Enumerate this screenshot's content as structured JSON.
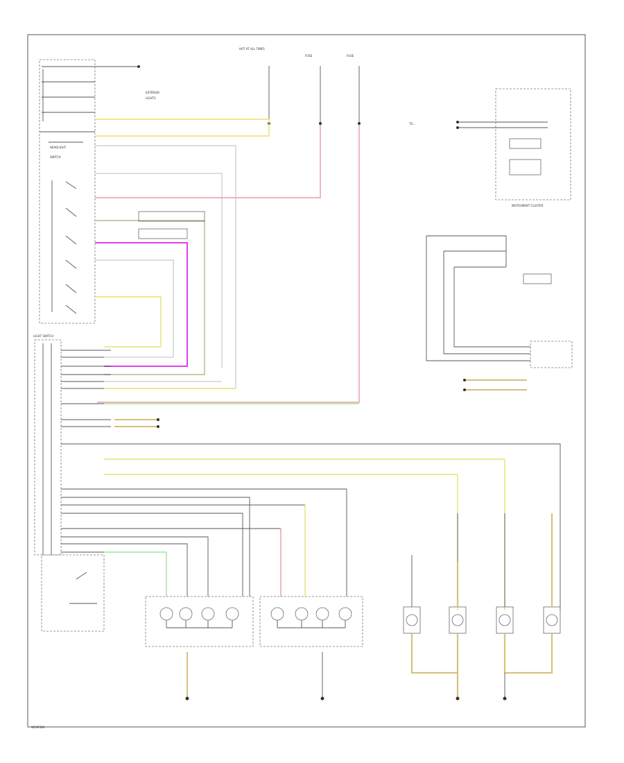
{
  "diagram": {
    "labels": {
      "fuse_a": "FUSE",
      "fuse_b": "FUSE",
      "instrument_cluster": "INSTRUMENT CLUSTER",
      "light_switch": "LIGHT SWITCH",
      "footer_code": "W54P30A"
    }
  },
  "colors": {
    "yellow_wire": "#e8e070",
    "red_wire": "#e89aa0",
    "pink_wire": "#e040e8",
    "green_wire": "#8be08b",
    "tan_wire": "#d8c27a",
    "gray_wire": "#bdbdbd"
  }
}
